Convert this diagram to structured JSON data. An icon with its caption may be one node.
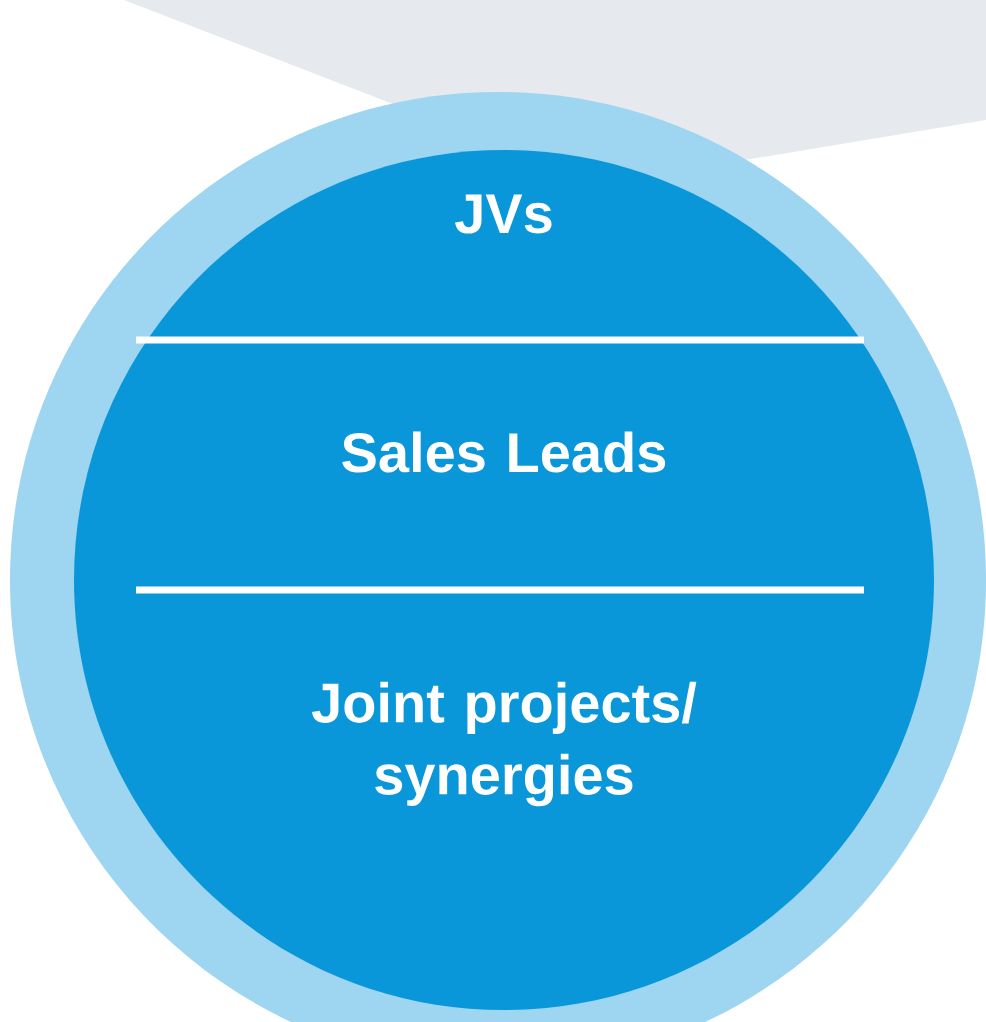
{
  "diagram": {
    "nodes": [
      {
        "text": [
          "JVs",
          "Sales Leads",
          "Joint projects/ synergies"
        ]
      }
    ]
  }
}
